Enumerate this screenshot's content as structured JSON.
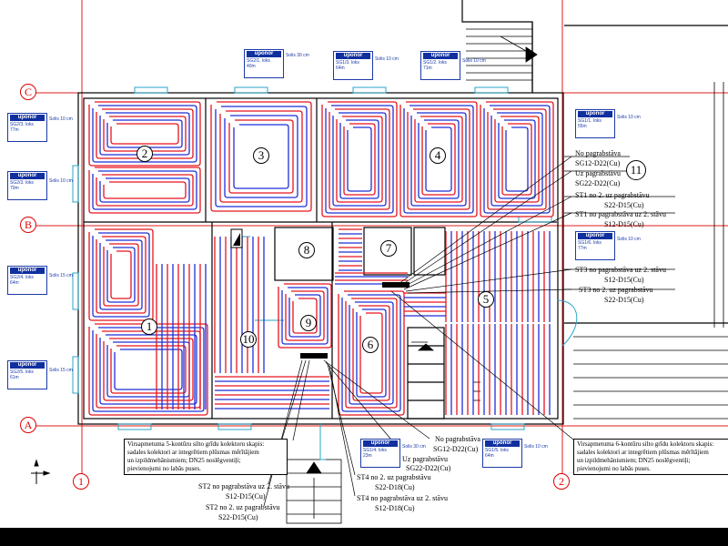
{
  "grid_labels": {
    "A": "A",
    "B": "B",
    "C": "C",
    "one": "1",
    "two": "2"
  },
  "loops": [
    "1",
    "2",
    "3",
    "4",
    "5",
    "6",
    "7",
    "8",
    "9",
    "10",
    "11"
  ],
  "uponor_logo": "uponor",
  "uponor_boxes": [
    {
      "line1": "SG2/3. loks",
      "line2": "77m",
      "solis": "Solis 10 cm"
    },
    {
      "line1": "SG2/3. loks",
      "line2": "70m",
      "solis": "Solis 10 cm"
    },
    {
      "line1": "SG2/4. loks",
      "line2": "64m",
      "solis": "Solis 15 cm"
    },
    {
      "line1": "SG2/5. loks",
      "line2": "61m",
      "solis": "Solis 15 cm"
    },
    {
      "line1": "SG2/1. loks",
      "line2": "40m",
      "solis": "Solis 30 cm"
    },
    {
      "line1": "SG1/3. loks",
      "line2": "64m",
      "solis": "Solis 10 cm"
    },
    {
      "line1": "SG1/2. loks",
      "line2": "71m",
      "solis": "Solis 10 cm"
    },
    {
      "line1": "SG1/1. loks",
      "line2": "55m",
      "solis": "Solis 10 cm"
    },
    {
      "line1": "SG1/6. loks",
      "line2": "77m",
      "solis": "Solis 10 cm"
    },
    {
      "line1": "SG1/4. loks",
      "line2": "23m",
      "solis": "Solis 30 cm"
    },
    {
      "line1": "SG1/5. loks",
      "line2": "64m",
      "solis": "Solis 10 cm"
    }
  ],
  "right_labels": [
    "No pagrabstāva",
    "SG12-D22(Cu)",
    "Uz pagrabstāvu",
    "SG22-D22(Cu)",
    "ST1 no 2. uz pagrabstāvu",
    "S22-D15(Cu)",
    "ST1 no pagrabstāva uz 2. stāvu",
    "S12-D15(Cu)",
    "ST3 no pagrabstāva uz 2. stāvu",
    "S12-D15(Cu)",
    "ST3 no 2. uz pagrabstāvu",
    "S22-D15(Cu)"
  ],
  "bottom_mid_labels": [
    "No pagrabstāva",
    "SG12-D22(Cu)",
    "Uz pagrabstāvu",
    "SG22-D22(Cu)",
    "ST4 no 2. uz pagrabstāvu",
    "S22-D18(Cu)",
    "ST4 no pagrabstāva uz 2. stāvu",
    "S12-D18(Cu)"
  ],
  "bottom_left_labels": [
    "ST2 no pagrabstāva uz 2. stāvu",
    "S12-D15(Cu)",
    "ST2 no 2. uz pagrabstāvu",
    "S22-D15(Cu)"
  ],
  "note_left": [
    "Virsapmetuma 5-kontūru silto grīdu kolektoru skapis:",
    "sadales kolektori ar integrētiem plūsmas mērītājiem",
    "un izpildmehānismiem; DN25 noslēgventiļi;",
    "pievienojumi no labās puses."
  ],
  "note_right": [
    "Virsapmetuma 6-kontūru silto grīdu kolektoru skapis:",
    "sadales kolektori ar integrētiem plūsmas mērītājiem",
    "un izpildmehānismiem; DN25 noslēgventiļi;",
    "pievienojumi no labās puses."
  ],
  "colors": {
    "supply": "#e8141e",
    "return": "#1f2fd6",
    "grid": "#e21e1e",
    "cyan": "#2aa6c8"
  }
}
